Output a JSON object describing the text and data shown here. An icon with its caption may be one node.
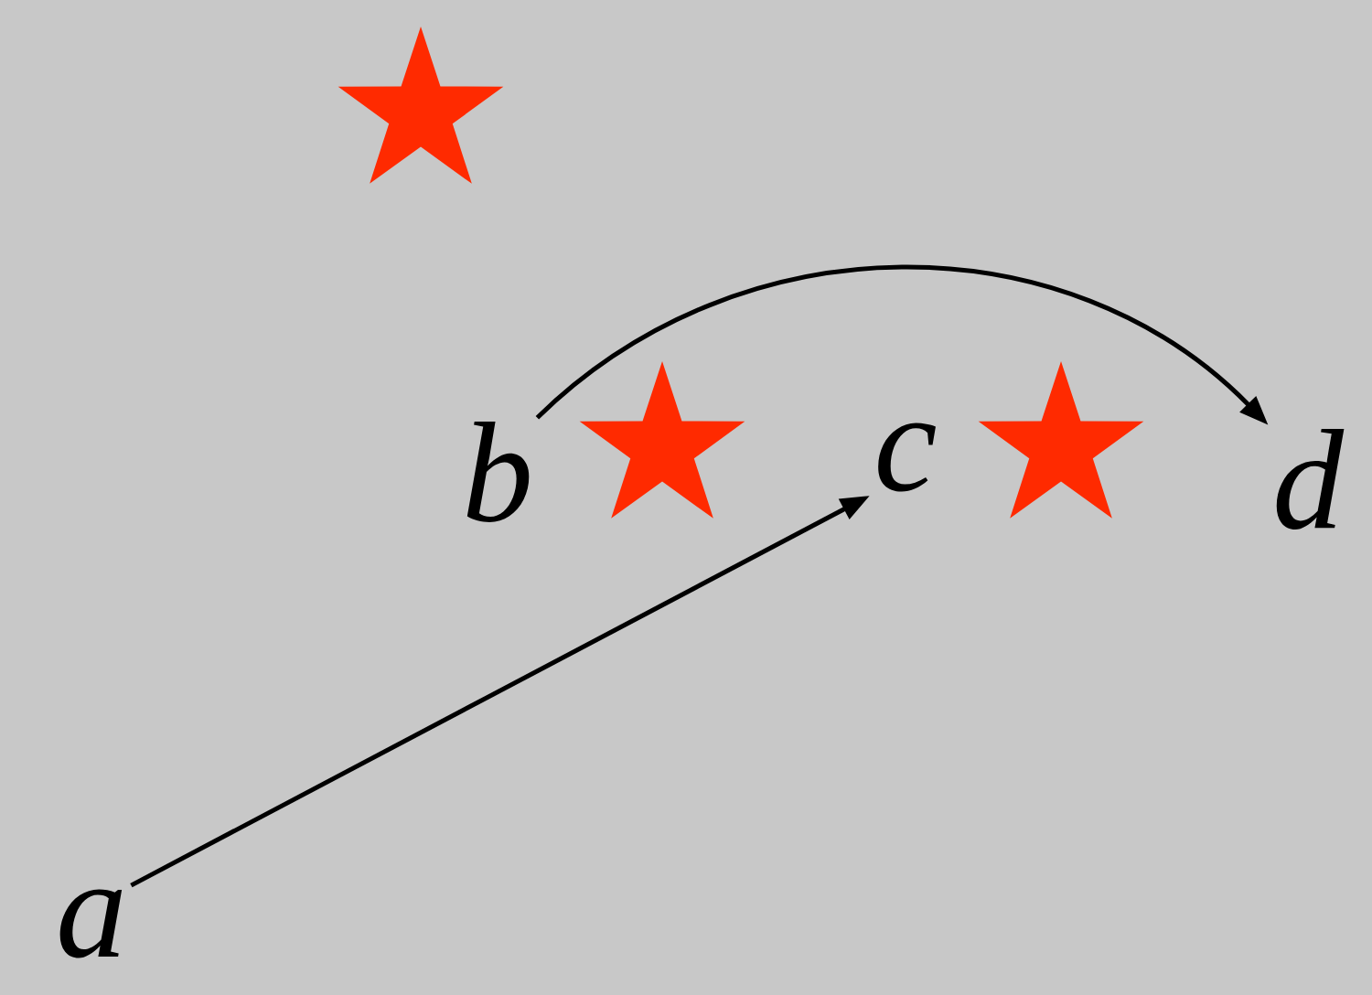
{
  "diagram": {
    "nodes": [
      {
        "text": [
          "b"
        ]
      },
      {
        "text": [
          "c"
        ]
      },
      {
        "text": [
          "d"
        ]
      },
      {
        "text": [
          "a"
        ]
      },
      {
        "text": [],
        "shape": "star"
      },
      {
        "text": [],
        "shape": "star"
      },
      {
        "text": [],
        "shape": "star"
      }
    ],
    "edges": [
      {
        "from": 0,
        "to": 2,
        "arrow": "to"
      },
      {
        "from": 3,
        "to": 1,
        "arrow": "to"
      }
    ]
  }
}
